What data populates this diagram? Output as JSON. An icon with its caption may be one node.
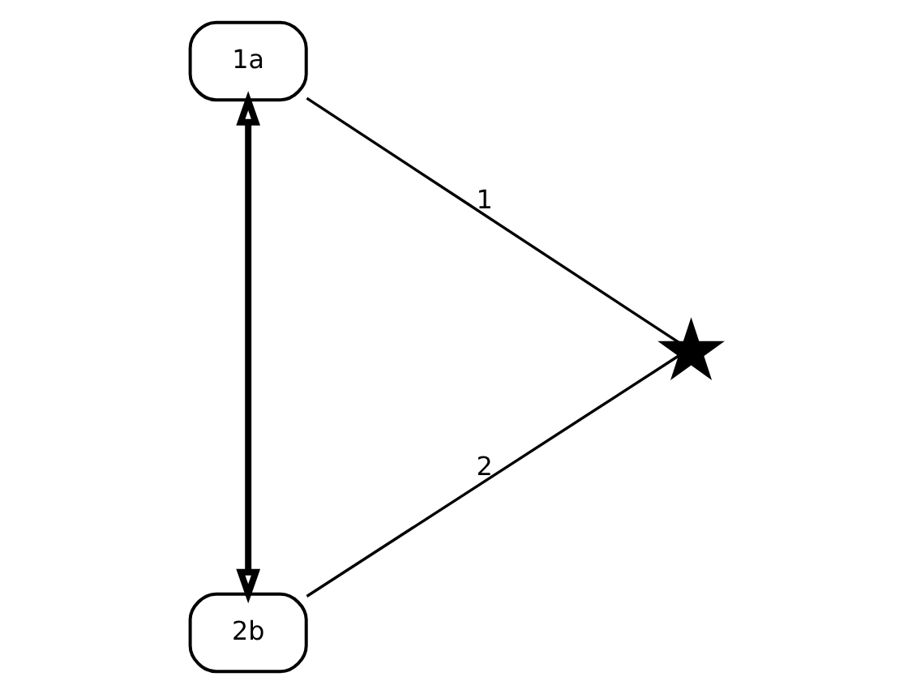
{
  "diagram": {
    "nodes": [
      {
        "text": [
          "1a"
        ]
      },
      {
        "text": [
          "2b"
        ]
      },
      {
        "text": [],
        "shape": "star"
      }
    ],
    "edges": [
      {
        "from": 0,
        "to": 2,
        "arrow": "none",
        "label": "1"
      },
      {
        "from": 1,
        "to": 2,
        "arrow": "none",
        "label": "2"
      },
      {
        "from": 0,
        "to": 1,
        "arrow": "both",
        "style": "thick"
      }
    ]
  }
}
